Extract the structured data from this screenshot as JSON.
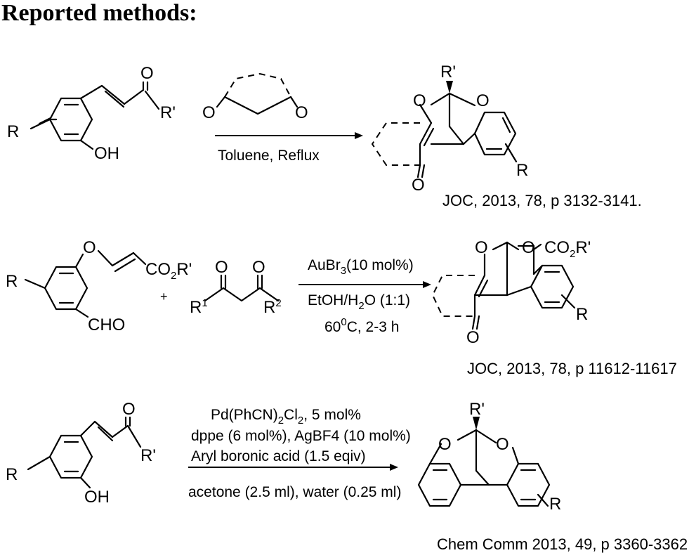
{
  "title": "Reported methods:",
  "scheme1": {
    "reactant": {
      "R": "R",
      "OH": "OH",
      "O": "O",
      "Rp": "R'"
    },
    "reagent_ring": {
      "O1": "O",
      "O2": "O"
    },
    "condition": "Toluene, Reflux",
    "product": {
      "Rp": "R'",
      "O1": "O",
      "O2": "O",
      "O3": "O",
      "R": "R"
    },
    "reference": "JOC, 2013, 78, p 3132-3141."
  },
  "scheme2": {
    "reactant1": {
      "R": "R",
      "O": "O",
      "CO2": "CO",
      "CO2_sub": "2",
      "CO2_r": "R'",
      "CHO": "CHO"
    },
    "plus": "+",
    "reactant2": {
      "O1": "O",
      "O2": "O",
      "R1": "R",
      "R1_sup": "1",
      "R2": "R",
      "R2_sup": "2"
    },
    "cond_line1": "AuBr",
    "cond_line1_sub": "3",
    "cond_line1_tail": "(10 mol%)",
    "cond_line2": "EtOH/H",
    "cond_line2_sub": "2",
    "cond_line2_tail": "O (1:1)",
    "cond_line3": "60",
    "cond_line3_sup": "0",
    "cond_line3_tail": "C, 2-3 h",
    "product": {
      "O1": "O",
      "O2": "O",
      "O3": "O",
      "CO2": "CO",
      "CO2_sub": "2",
      "CO2_r": "R'",
      "R": "R"
    },
    "reference": "JOC, 2013, 78, p 11612-11617"
  },
  "scheme3": {
    "reactant": {
      "R": "R",
      "OH": "OH",
      "O": "O",
      "Rp": "R'"
    },
    "cond_line1": "Pd(PhCN)",
    "cond_line1_sub": "2",
    "cond_line1_mid": "Cl",
    "cond_line1_sub2": "2",
    "cond_line1_tail": ", 5 mol%",
    "cond_line2": "dppe (6 mol%), AgBF4 (10 mol%)",
    "cond_line3": "Aryl boronic acid (1.5 eqiv)",
    "cond_line4": "acetone (2.5 ml), water (0.25 ml)",
    "product": {
      "Rp": "R'",
      "O1": "O",
      "O2": "O",
      "R": "R"
    },
    "reference": "Chem Comm 2013, 49, p 3360-3362"
  }
}
